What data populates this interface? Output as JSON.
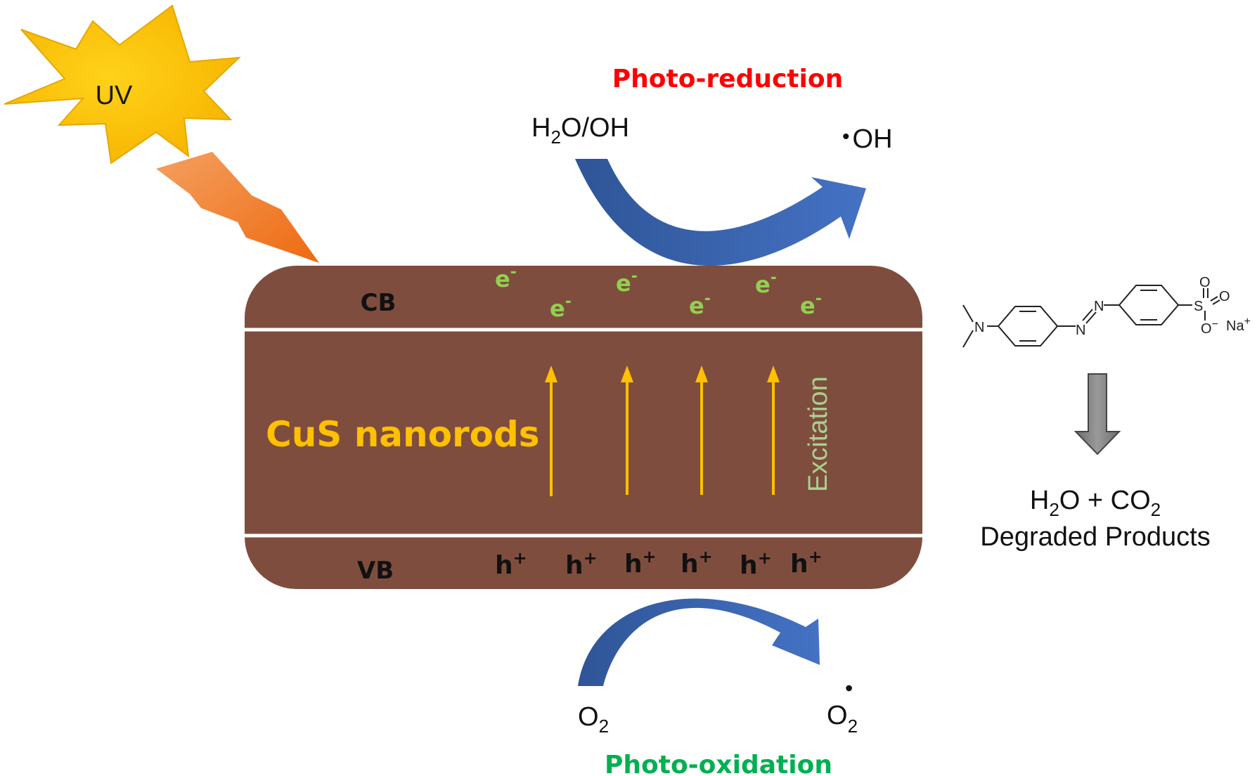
{
  "uv_label": "UV",
  "photo_reduction": {
    "label": "Photo-reduction",
    "color": "#ff0000"
  },
  "photo_oxidation": {
    "label": "Photo-oxidation",
    "color": "#00b050"
  },
  "reactant_top": {
    "main": "H",
    "sub": "2",
    "rest": "O/OH"
  },
  "product_top": {
    "dot": "•",
    "text": "OH"
  },
  "reactant_bottom": {
    "main": "O",
    "sub": "2"
  },
  "product_bottom": {
    "main": "O",
    "sub": "2",
    "dot": "•"
  },
  "rod": {
    "name": "CuS nanorods",
    "cb_label": "CB",
    "vb_label": "VB",
    "excitation_label": "Excitation",
    "electron": {
      "base": "e",
      "sup": "-"
    },
    "hole": {
      "base": "h",
      "sup": "+"
    },
    "fill_color": "#7f4d3e",
    "name_color": "#ffc000",
    "electron_color": "#92d050",
    "excitation_color": "#a9d18e",
    "arrow_color": "#ffc000"
  },
  "molecule": {
    "n_label": "N",
    "azo_labels": [
      "N",
      "N"
    ],
    "s_label": "S",
    "o_labels": [
      "O",
      "O",
      "O"
    ],
    "o_charge": "−",
    "na_label": "Na",
    "na_charge": "+"
  },
  "products": {
    "line1": {
      "a": "H",
      "a_sub": "2",
      "b": "O + CO",
      "b_sub": "2"
    },
    "line2": "Degraded Products"
  },
  "colors": {
    "sun_outer": "#f5b800",
    "sun_inner": "#ffcc00",
    "bolt": "#f07a2a",
    "curve_arrow": "#3b64b5",
    "degradation_arrow": "#7f7f7f"
  }
}
